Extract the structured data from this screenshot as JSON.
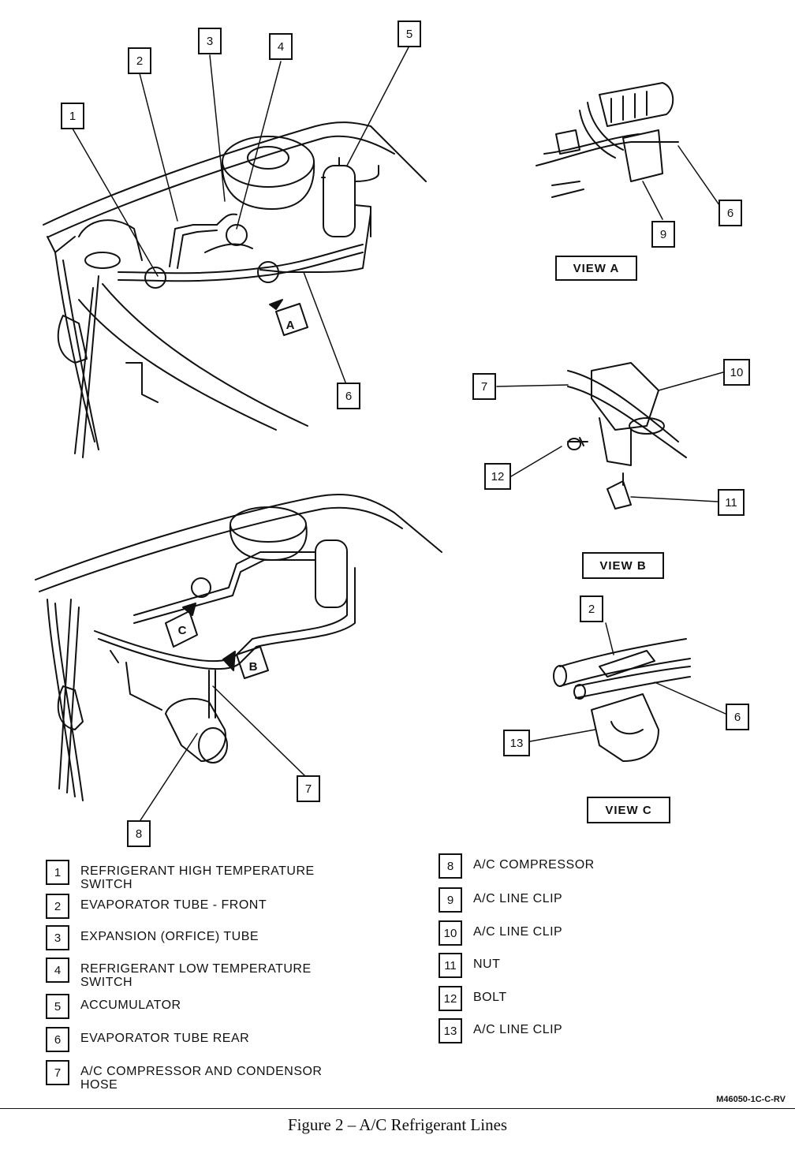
{
  "callouts": {
    "c1": "1",
    "c2": "2",
    "c3": "3",
    "c4": "4",
    "c5": "5",
    "c6a": "6",
    "c7": "7",
    "c8": "8",
    "cA": "A",
    "cB": "B",
    "cC": "C",
    "vA6": "6",
    "vA9": "9",
    "vB7": "7",
    "vB10": "10",
    "vB11": "11",
    "vB12": "12",
    "vC2": "2",
    "vC6": "6",
    "vC13": "13"
  },
  "views": {
    "a": "VIEW A",
    "b": "VIEW B",
    "c": "VIEW C"
  },
  "legend": [
    {
      "num": "1",
      "text": "REFRIGERANT HIGH TEMPERATURE\nSWITCH"
    },
    {
      "num": "2",
      "text": "EVAPORATOR TUBE - FRONT"
    },
    {
      "num": "3",
      "text": "EXPANSION (ORFICE) TUBE"
    },
    {
      "num": "4",
      "text": "REFRIGERANT LOW TEMPERATURE\nSWITCH"
    },
    {
      "num": "5",
      "text": "ACCUMULATOR"
    },
    {
      "num": "6",
      "text": "EVAPORATOR TUBE REAR"
    },
    {
      "num": "7",
      "text": "A/C COMPRESSOR AND CONDENSOR\nHOSE"
    },
    {
      "num": "8",
      "text": "A/C COMPRESSOR"
    },
    {
      "num": "9",
      "text": "A/C LINE CLIP"
    },
    {
      "num": "10",
      "text": "A/C LINE CLIP"
    },
    {
      "num": "11",
      "text": "NUT"
    },
    {
      "num": "12",
      "text": "BOLT"
    },
    {
      "num": "13",
      "text": "A/C LINE CLIP"
    }
  ],
  "drawing_code": "M46050-1C-C-RV",
  "caption": "Figure 2 – A/C Refrigerant Lines"
}
